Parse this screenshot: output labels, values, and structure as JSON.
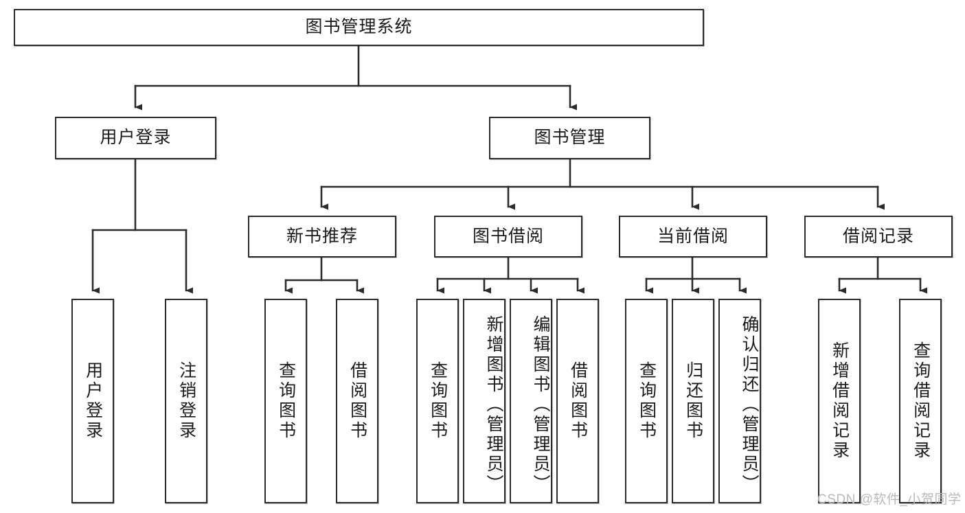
{
  "diagram": {
    "type": "hierarchy-tree",
    "title_node": {
      "label": "图书管理系统"
    },
    "level1": [
      {
        "id": "user-login",
        "label": "用户登录"
      },
      {
        "id": "book-management",
        "label": "图书管理"
      }
    ],
    "level2": [
      {
        "id": "new-book-recommend",
        "label": "新书推荐",
        "parent": "book-management"
      },
      {
        "id": "book-borrow",
        "label": "图书借阅",
        "parent": "book-management"
      },
      {
        "id": "current-borrow",
        "label": "当前借阅",
        "parent": "book-management"
      },
      {
        "id": "borrow-record",
        "label": "借阅记录",
        "parent": "book-management"
      }
    ],
    "leaves": [
      {
        "id": "leaf-user-login",
        "label": "用户登录",
        "parent": "user-login"
      },
      {
        "id": "leaf-logout-login",
        "label": "注销登录",
        "parent": "user-login"
      },
      {
        "id": "leaf-query-book-1",
        "label": "查询图书",
        "parent": "new-book-recommend"
      },
      {
        "id": "leaf-borrow-book-1",
        "label": "借阅图书",
        "parent": "new-book-recommend"
      },
      {
        "id": "leaf-query-book-2",
        "label": "查询图书",
        "parent": "book-borrow"
      },
      {
        "id": "leaf-add-book",
        "label": "新增图书（管理员）",
        "parent": "book-borrow"
      },
      {
        "id": "leaf-edit-book",
        "label": "编辑图书（管理员）",
        "parent": "book-borrow"
      },
      {
        "id": "leaf-borrow-book-2",
        "label": "借阅图书",
        "parent": "book-borrow"
      },
      {
        "id": "leaf-query-book-3",
        "label": "查询图书",
        "parent": "current-borrow"
      },
      {
        "id": "leaf-return-book",
        "label": "归还图书",
        "parent": "current-borrow"
      },
      {
        "id": "leaf-confirm-return",
        "label": "确认归还（管理员）",
        "parent": "current-borrow"
      },
      {
        "id": "leaf-add-record",
        "label": "新增借阅记录",
        "parent": "borrow-record"
      },
      {
        "id": "leaf-query-record",
        "label": "查询借阅记录",
        "parent": "borrow-record"
      }
    ],
    "colors": {
      "stroke": "#2b2b2b",
      "fill": "#ffffff",
      "text": "#1a1a1a",
      "watermark": "#b8b8b8"
    }
  },
  "watermark": {
    "text": "CSDN @软件_小贺同学"
  }
}
